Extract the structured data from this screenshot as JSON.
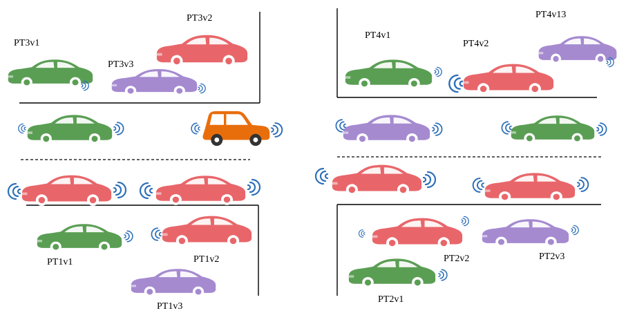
{
  "colors": {
    "green": "#5a9e54",
    "red": "#e8666a",
    "purple": "#a58ad0",
    "orange": "#e86e0c",
    "signal": "#2d6fb8",
    "line": "#000000"
  },
  "labels": {
    "pt3v1": "PT3v1",
    "pt3v2": "PT3v2",
    "pt3v3": "PT3v3",
    "pt4v1": "PT4v1",
    "pt4v2": "PT4v2",
    "pt4v13": "PT4v13",
    "pt1v1": "PT1v1",
    "pt1v2": "PT1v2",
    "pt1v3": "PT1v3",
    "pt2v1": "PT2v1",
    "pt2v2": "PT2v2",
    "pt2v3": "PT2v3"
  },
  "icons": {
    "sedan": "sedan-car-icon",
    "hatchback": "hatchback-car-icon",
    "signal": "wireless-signal-icon"
  }
}
